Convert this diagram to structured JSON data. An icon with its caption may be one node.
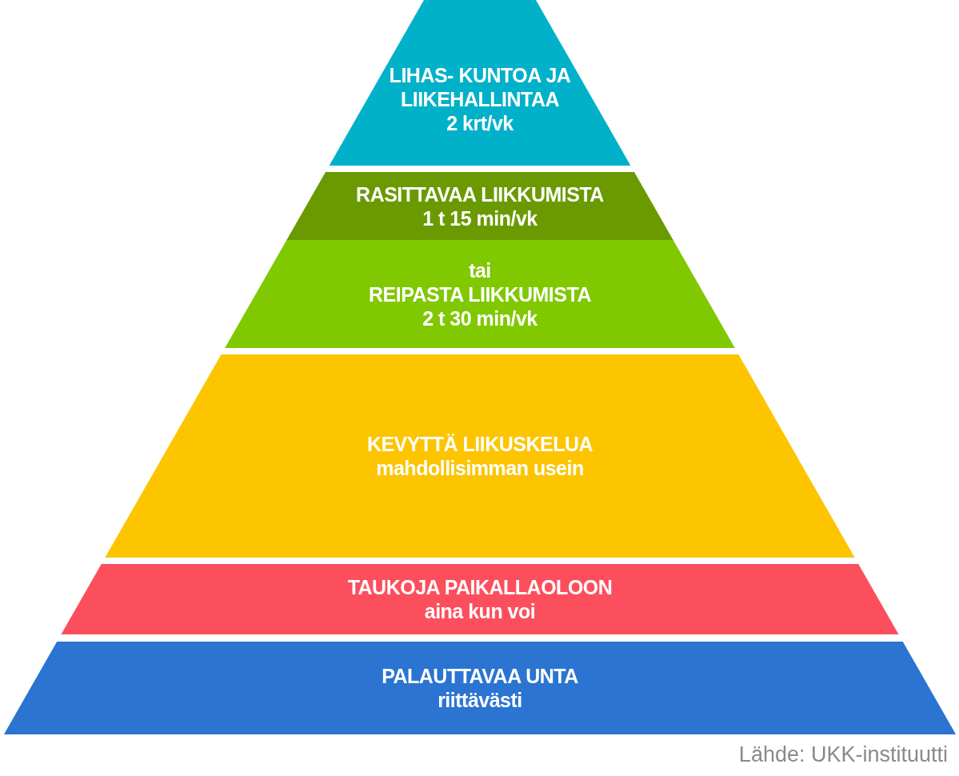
{
  "diagram": {
    "nodes": [
      {
        "text": [
          "LIHAS- KUNTOA JA LIIKEHALLINTAA",
          "2 krt/vk"
        ]
      },
      {
        "text": [
          "RASITTAVAA LIIKKUMISTA",
          "1 t 15 min/vk"
        ]
      },
      {
        "text": [
          "tai",
          "REIPASTA LIIKKUMISTA",
          "2 t 30 min/vk"
        ]
      },
      {
        "text": [
          "KEVYTTÄ LIIKUSKELUA",
          "mahdollisimman usein"
        ]
      },
      {
        "text": [
          "TAUKOJA PAIKALLAOLOON",
          "aina kun voi"
        ]
      },
      {
        "text": [
          "PALAUTTAVAA UNTA",
          "riittävästi"
        ]
      }
    ],
    "edges": [],
    "labels": [
      "Lähde: UKK-instituutti"
    ]
  }
}
